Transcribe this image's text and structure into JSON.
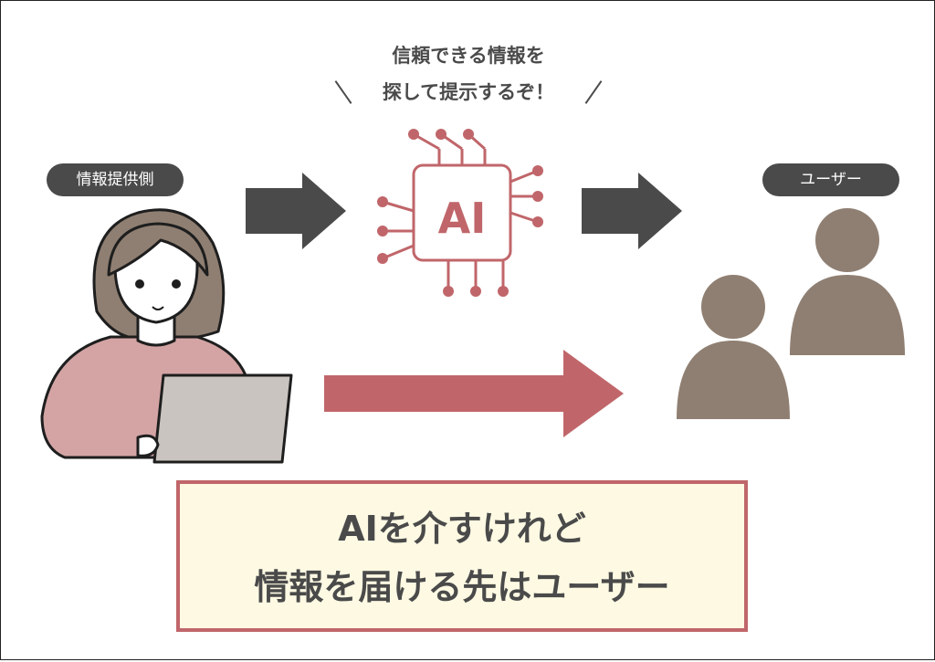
{
  "speech": {
    "line1": "信頼できる情報を",
    "line2": "探して提示するぞ！"
  },
  "provider_label": "情報提供側",
  "users_label": "ユーザー",
  "chip_label": "AI",
  "caption": {
    "line1": "AIを介すけれど",
    "line2": "情報を届ける先はユーザー"
  },
  "colors": {
    "dark": "#4a4a4a",
    "accent": "#c0666a",
    "person": "#8f7f72",
    "caption_bg": "#fdf9e3"
  }
}
